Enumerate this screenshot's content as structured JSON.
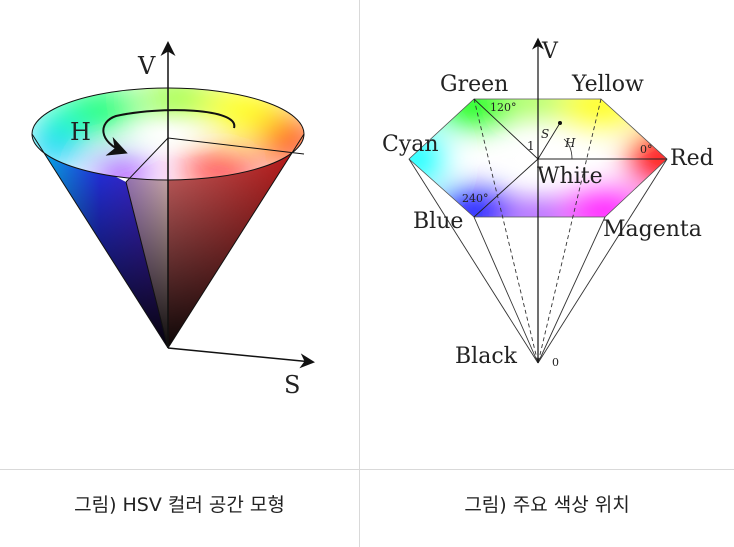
{
  "left_panel": {
    "axis_v": "V",
    "axis_s": "S",
    "label_h": "H",
    "caption": "그림) HSV 컬러 공간 모형"
  },
  "right_panel": {
    "axis_v": "V",
    "labels": {
      "green": "Green",
      "yellow": "Yellow",
      "cyan": "Cyan",
      "red": "Red",
      "white": "White",
      "blue": "Blue",
      "magenta": "Magenta",
      "black": "Black"
    },
    "angles": {
      "a120": "120°",
      "a240": "240°",
      "a0": "0°"
    },
    "small": {
      "s": "S",
      "h": "H",
      "one": "1",
      "zero": "0"
    },
    "caption": "그림) 주요 색상 위치"
  },
  "colors": {
    "red": "#ff0000",
    "yellow": "#ffff00",
    "green": "#00ff00",
    "cyan": "#00ffff",
    "blue": "#0000ff",
    "magenta": "#ff00ff",
    "divider": "#d9d9d9"
  }
}
